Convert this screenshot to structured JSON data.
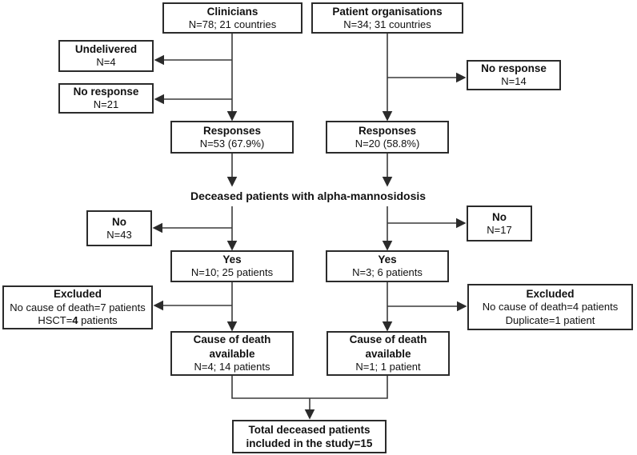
{
  "diagram": {
    "clinicians": {
      "title": "Clinicians",
      "value": "N=78; 21 countries"
    },
    "patient_orgs": {
      "title": "Patient organisations",
      "value": "N=34; 31 countries"
    },
    "undelivered": {
      "title": "Undelivered",
      "value": "N=4"
    },
    "no_response_clinicians": {
      "title": "No response",
      "value": "N=21"
    },
    "no_response_orgs": {
      "title": "No response",
      "value": "N=14"
    },
    "responses_clinicians": {
      "title": "Responses",
      "value": "N=53 (67.9%)"
    },
    "responses_orgs": {
      "title": "Responses",
      "value": "N=20 (58.8%)"
    },
    "question_label": "Deceased patients with alpha-mannosidosis",
    "no_clinicians": {
      "title": "No",
      "value": "N=43"
    },
    "no_orgs": {
      "title": "No",
      "value": "N=17"
    },
    "yes_clinicians": {
      "title": "Yes",
      "value": "N=10; 25 patients"
    },
    "yes_orgs": {
      "title": "Yes",
      "value": "N=3; 6 patients"
    },
    "excluded_clinicians": {
      "title": "Excluded",
      "line1": "No cause of death=7 patients",
      "line2_pre": "HSCT=",
      "line2_bold": "4",
      "line2_post": " patients"
    },
    "excluded_orgs": {
      "title": "Excluded",
      "line1": "No cause of death=4 patients",
      "line2": "Duplicate=1 patient"
    },
    "cause_clinicians": {
      "title": "Cause of death available",
      "value": "N=4; 14 patients"
    },
    "cause_orgs": {
      "title": "Cause of death available",
      "value": "N=1; 1 patient"
    },
    "total": {
      "line1": "Total deceased patients",
      "line2": "included in the study=15"
    }
  },
  "colors": {
    "background": "#ffffff",
    "box_border": "#2b2b2b",
    "line": "#3a3a3a",
    "text": "#111111"
  }
}
